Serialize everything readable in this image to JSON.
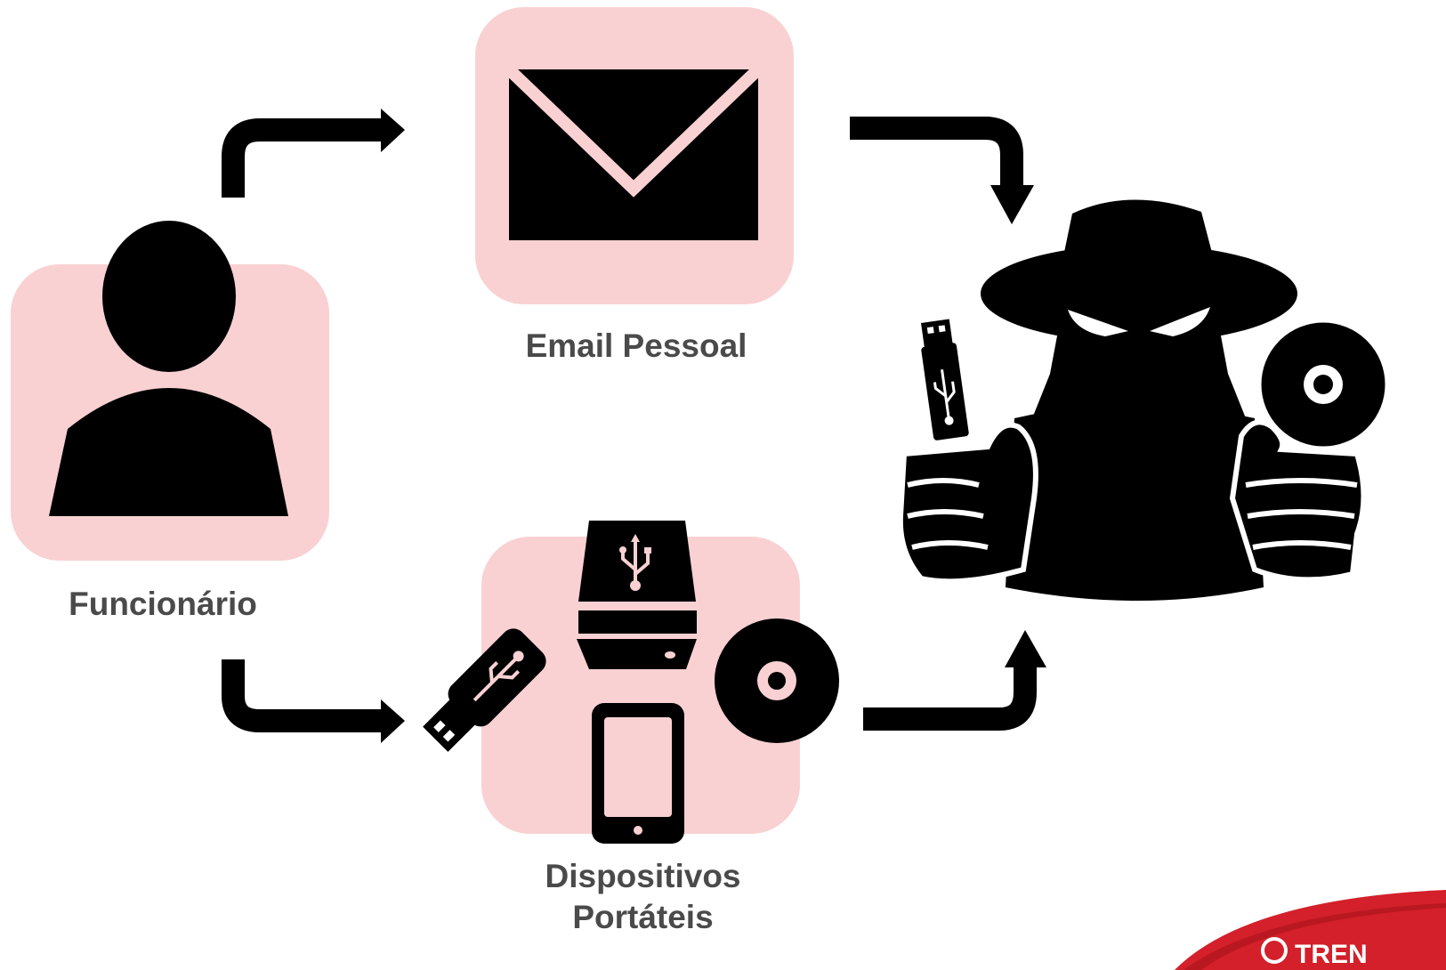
{
  "nodes": {
    "employee": {
      "label": "Funcionário"
    },
    "email": {
      "label": "Email Pessoal"
    },
    "devices": {
      "label_line1": "Dispositivos",
      "label_line2": "Portáteis"
    }
  },
  "brand": {
    "text": "TREN"
  },
  "colors": {
    "tile": "#f9d1d3",
    "icon": "#000000",
    "label": "#4a4a4a",
    "brand_red": "#d3202a"
  }
}
